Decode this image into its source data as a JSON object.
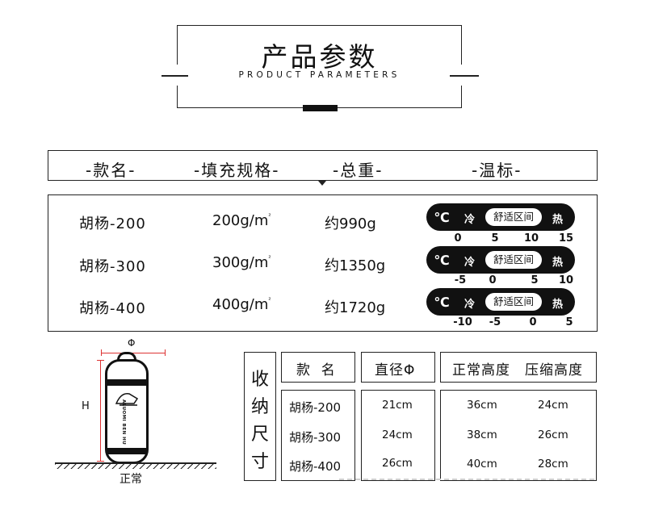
{
  "header": {
    "title": "产品参数",
    "subtitle": "PRODUCT PARAMETERS"
  },
  "param_table": {
    "columns": [
      "-款名-",
      "-填充规格-",
      "-总重-",
      "-温标-"
    ],
    "rows": [
      {
        "name": "胡杨-200",
        "fill": "200g/m",
        "fill_sup": "²",
        "weight": "约990g",
        "ticks": [
          "0",
          "5",
          "10",
          "15"
        ]
      },
      {
        "name": "胡杨-300",
        "fill": "300g/m",
        "fill_sup": "²",
        "weight": "约1350g",
        "ticks": [
          "-5",
          "0",
          "5",
          "10"
        ]
      },
      {
        "name": "胡杨-400",
        "fill": "400g/m",
        "fill_sup": "²",
        "weight": "约1720g",
        "ticks": [
          "-10",
          "-5",
          "0",
          "5"
        ]
      }
    ],
    "temp_scale": {
      "unit": "℃",
      "cold_label": "冷",
      "comfort_label": "舒适区间",
      "hot_label": "热"
    }
  },
  "illustration": {
    "diameter_label": "Φ",
    "height_label": "H",
    "state_label": "正常",
    "brand_text": "ALUOMI BEN HU"
  },
  "storage_table": {
    "title_chars": [
      "收",
      "纳",
      "尺",
      "寸"
    ],
    "headers": {
      "name": "款  名",
      "diameter": "直径Φ",
      "normal_height": "正常高度",
      "compressed_height": "压缩高度"
    },
    "rows": [
      {
        "name": "胡杨-200",
        "diameter": "21cm",
        "normal": "36cm",
        "compressed": "24cm"
      },
      {
        "name": "胡杨-300",
        "diameter": "24cm",
        "normal": "38cm",
        "compressed": "26cm"
      },
      {
        "name": "胡杨-400",
        "diameter": "26cm",
        "normal": "40cm",
        "compressed": "28cm"
      }
    ]
  }
}
